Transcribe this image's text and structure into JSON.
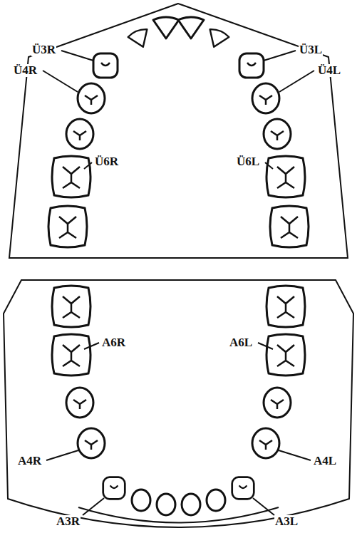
{
  "diagram": {
    "labels": [
      "Ü3R",
      "Ü3L",
      "Ü4R",
      "Ü4L",
      "Ü6R",
      "Ü6L",
      "A6R",
      "A6L",
      "A4R",
      "A4L",
      "A3R",
      "A3L"
    ]
  }
}
